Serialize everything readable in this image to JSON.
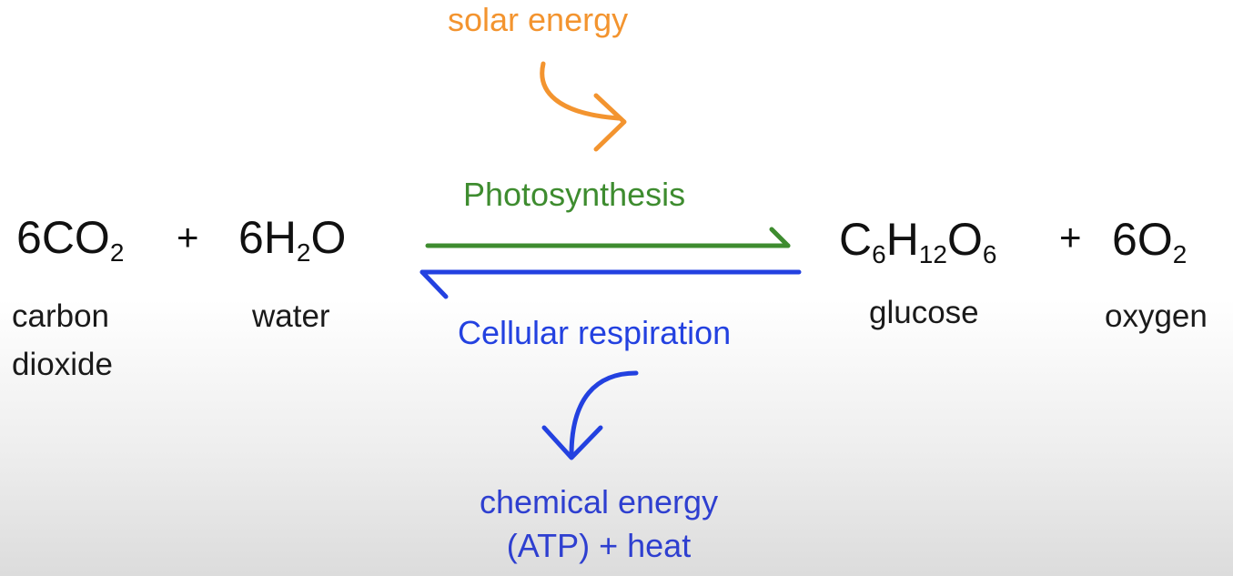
{
  "colors": {
    "solar": "#f3942f",
    "photosynthesis": "#3e8c2f",
    "respiration": "#2341e0",
    "chemical": "#2e3fd0",
    "text": "#111111"
  },
  "top_label": "solar energy",
  "bottom_label": [
    "chemical energy",
    "(ATP) + heat"
  ],
  "forward_label": "Photosynthesis",
  "reverse_label": "Cellular respiration",
  "reactants": [
    {
      "coef": "6",
      "atoms": [
        [
          "C",
          ""
        ],
        [
          "O",
          "2"
        ]
      ],
      "name": [
        "carbon",
        "dioxide"
      ]
    },
    {
      "coef": "6",
      "atoms": [
        [
          "H",
          "2"
        ],
        [
          "O",
          ""
        ]
      ],
      "name": [
        "water"
      ]
    }
  ],
  "products": [
    {
      "coef": "",
      "atoms": [
        [
          "C",
          "6"
        ],
        [
          "H",
          "12"
        ],
        [
          "O",
          "6"
        ]
      ],
      "name": [
        "glucose"
      ]
    },
    {
      "coef": "6",
      "atoms": [
        [
          "O",
          "2"
        ]
      ],
      "name": [
        "oxygen"
      ]
    }
  ],
  "plus_sign": "+",
  "icons": {
    "solar_arrow": "curved-arrow-right-icon",
    "chemical_arrow": "curved-arrow-down-icon",
    "forward_arrow": "long-arrow-right-icon",
    "reverse_arrow": "long-arrow-left-icon"
  }
}
